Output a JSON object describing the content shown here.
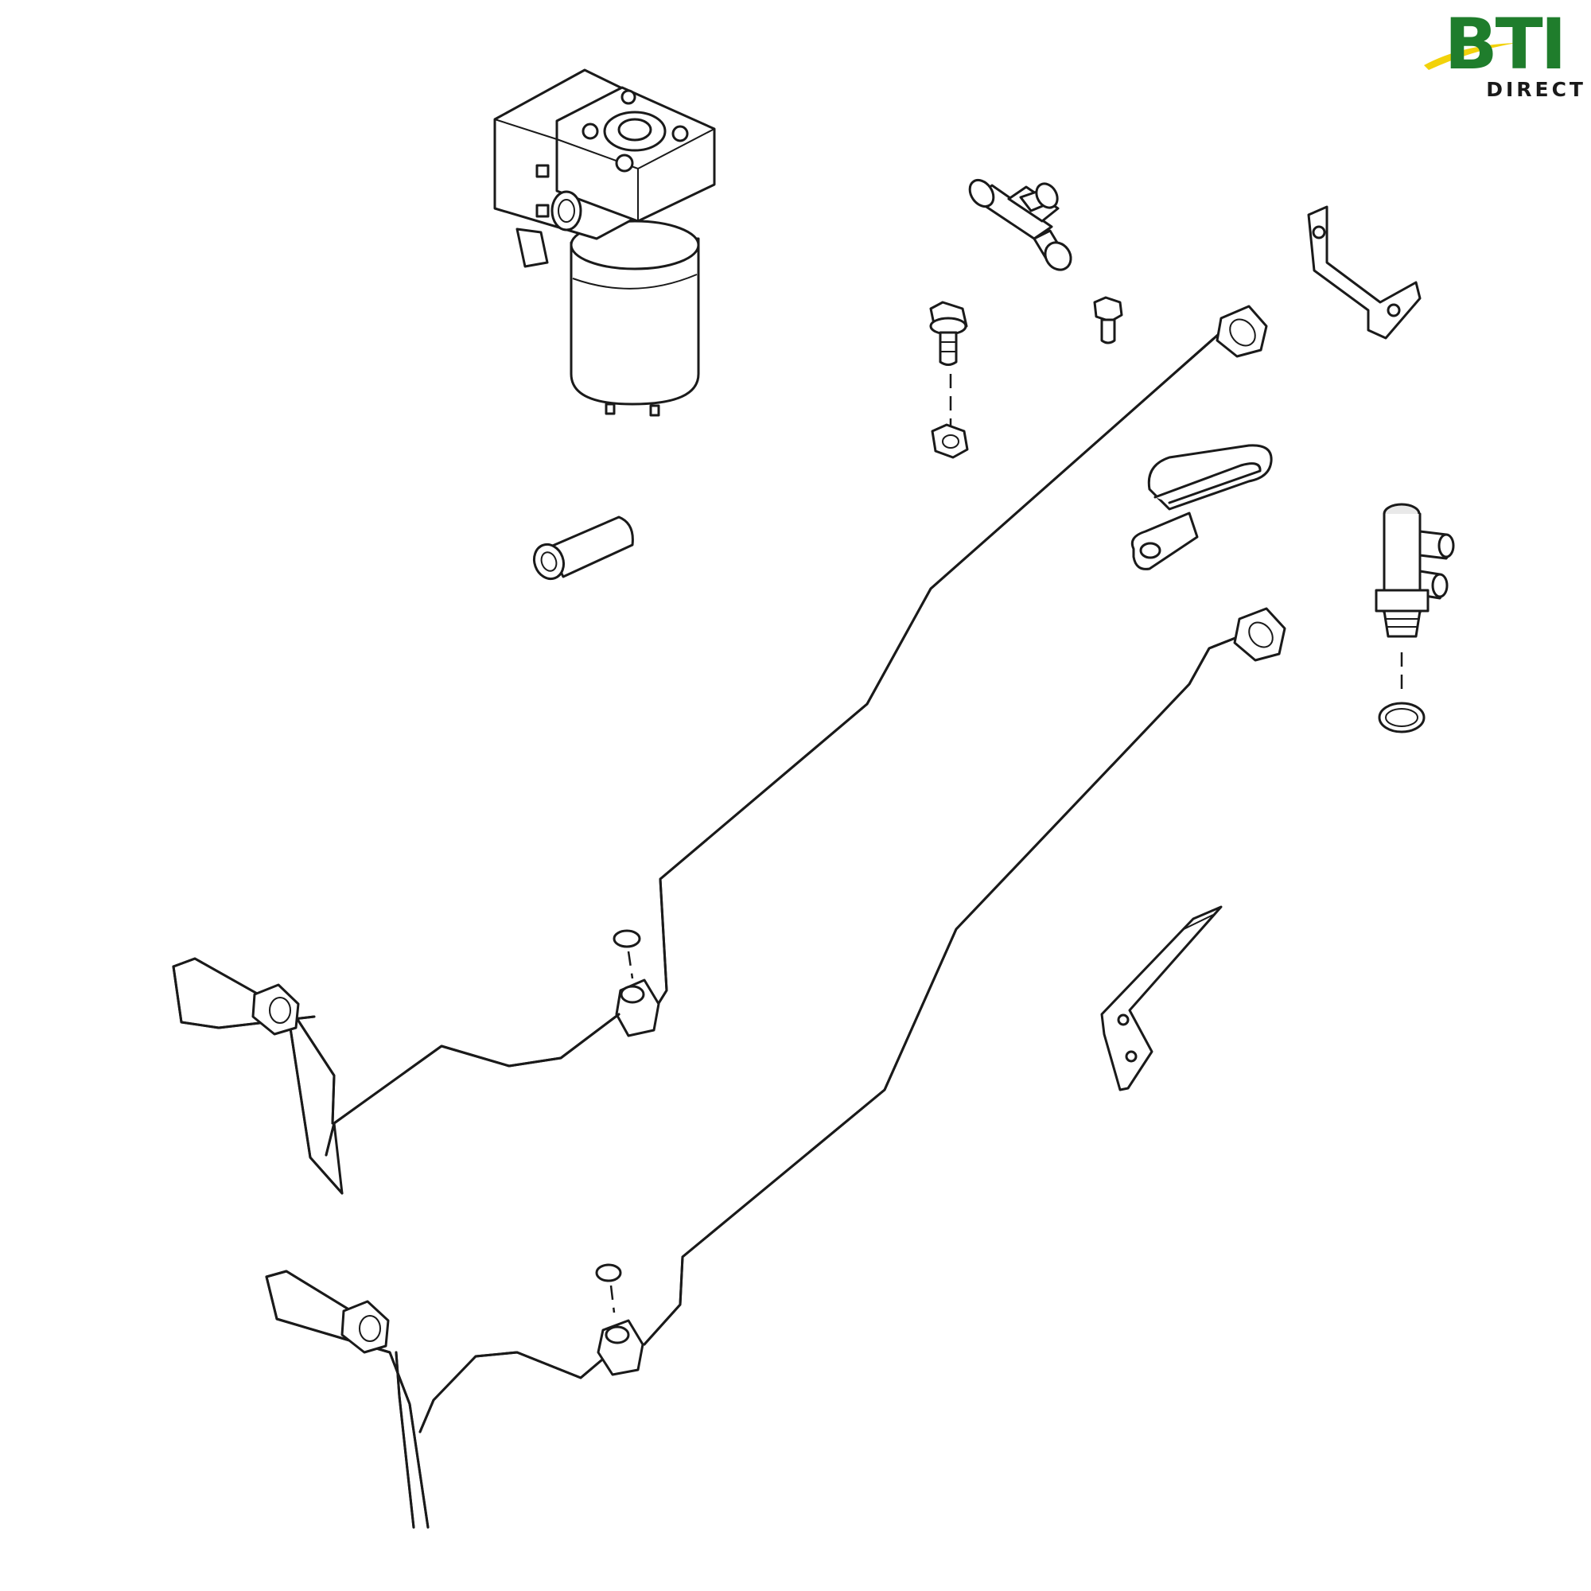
{
  "logo": {
    "brand": "BTI",
    "sub": "DIRECT",
    "colors": {
      "green": "#1f7d2c",
      "yellow": "#f2d20a",
      "dark": "#1a1a1a"
    }
  },
  "diagram": {
    "parts": [
      "steering-valve-unit",
      "tee-fitting",
      "bracket-upper",
      "cap-screw-large",
      "cap-screw-small",
      "lock-nut",
      "hose-clamp",
      "spacer-sleeve",
      "elbow-fitting",
      "o-ring",
      "hydraulic-line-upper",
      "hydraulic-line-lower",
      "bracket-lower"
    ]
  }
}
